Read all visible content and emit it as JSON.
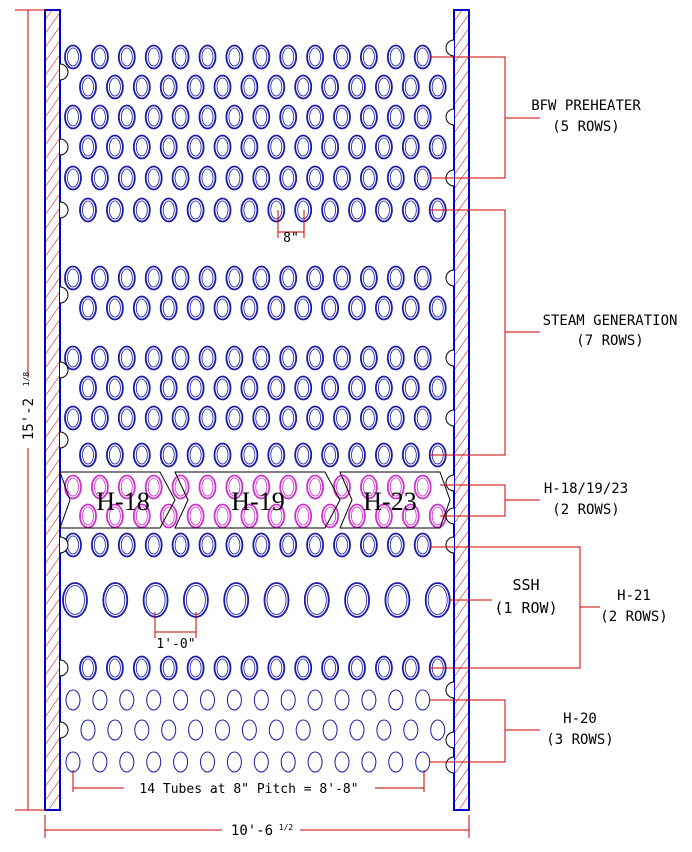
{
  "sections": [
    {
      "id": "bfw",
      "name": "BFW PREHEATER",
      "rows": "(5 ROWS)"
    },
    {
      "id": "steam",
      "name": "STEAM GENERATION",
      "rows": "(7 ROWS)"
    },
    {
      "id": "h18",
      "name": "H-18/19/23",
      "rows": "(2 ROWS)"
    },
    {
      "id": "ssh",
      "name": "SSH",
      "rows": "(1 ROW)"
    },
    {
      "id": "h21",
      "name": "H-21",
      "rows": "(2 ROWS)"
    },
    {
      "id": "h20",
      "name": "H-20",
      "rows": "(3 ROWS)"
    }
  ],
  "coil_labels": [
    "H-18",
    "H-19",
    "H-23"
  ],
  "dimensions": {
    "height": "15'-2",
    "height_frac": "1/8",
    "width": "10'-6",
    "width_frac": "1/2",
    "pitch_small": "8\"",
    "pitch_large": "1'-0\"",
    "tube_note": "14 Tubes at 8\" Pitch = 8'-8\""
  },
  "colors": {
    "wall": "#0000cc",
    "tube": "#1a1aa8",
    "coil": "#cc33cc",
    "leader": "#cc0000",
    "text": "#000000"
  }
}
